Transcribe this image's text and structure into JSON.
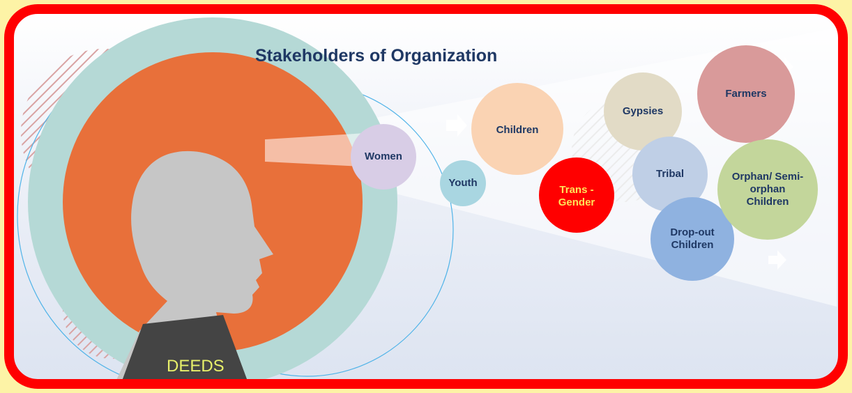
{
  "title": "Stakeholders of Organization",
  "organization": "DEEDS",
  "stakeholders": [
    {
      "label": "Women",
      "color": "#d8cde6"
    },
    {
      "label": "Youth",
      "color": "#a9d6e1"
    },
    {
      "label": "Children",
      "color": "#fad3b3"
    },
    {
      "label": "Trans - Gender",
      "color": "#ff0000"
    },
    {
      "label": "Gypsies",
      "color": "#e2dbc6"
    },
    {
      "label": "Tribal",
      "color": "#bfcfe6"
    },
    {
      "label": "Drop-out Children",
      "color": "#8fb2e0"
    },
    {
      "label": "Farmers",
      "color": "#d99a9a"
    },
    {
      "label": "Orphan/ Semi-orphan Children",
      "color": "#c3d69b"
    }
  ],
  "colors": {
    "frame": "#ff0000",
    "background": "#fdf3a6",
    "head_circle": "#e8703a",
    "ring": "#b5d9d6",
    "title": "#1f3864",
    "organization_text": "#e8f06a"
  }
}
